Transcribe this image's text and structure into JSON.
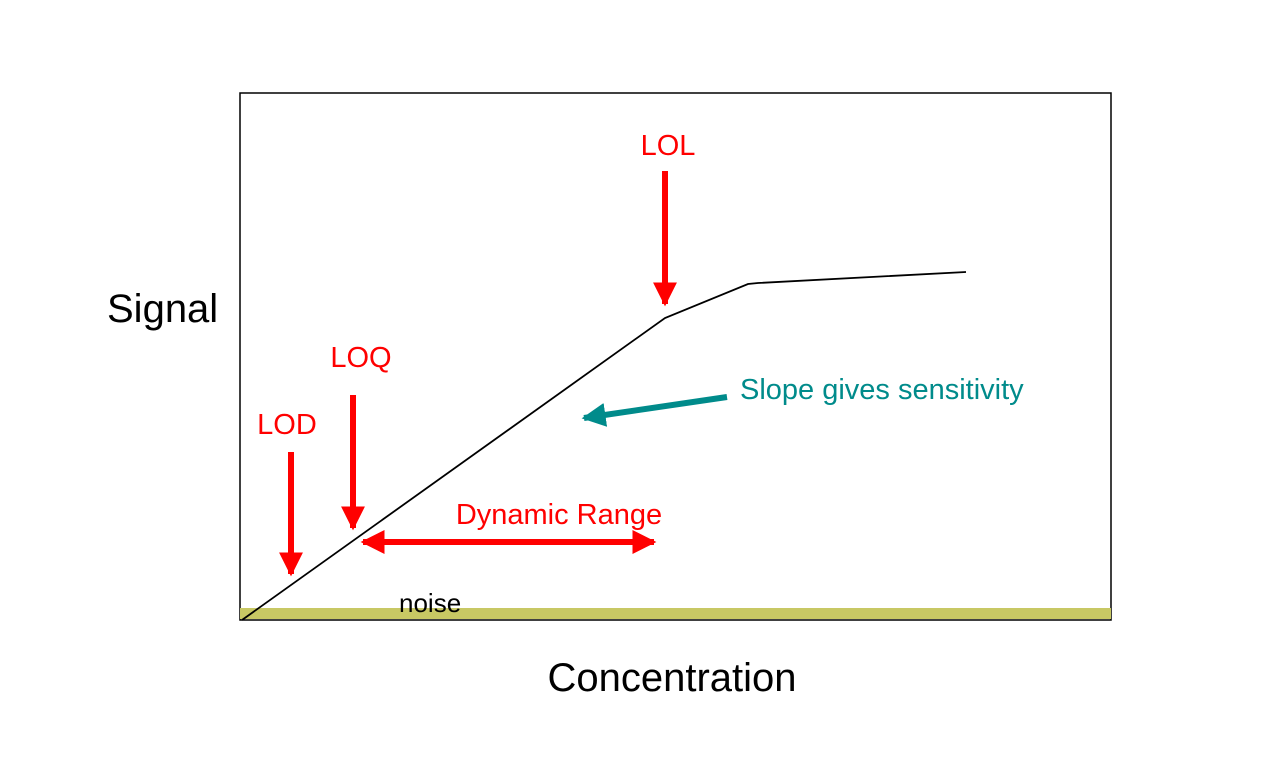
{
  "axes": {
    "y_label": "Signal",
    "x_label": "Concentration"
  },
  "annotations": {
    "lod": "LOD",
    "loq": "LOQ",
    "lol": "LOL",
    "dynamic_range": "Dynamic Range",
    "slope": "Slope gives sensitivity",
    "noise": "noise"
  },
  "colors": {
    "limit_marker": "#ff0000",
    "slope_note": "#008b8b",
    "noise_band": "#c8c864",
    "curve": "#000000",
    "frame": "#000000"
  }
}
